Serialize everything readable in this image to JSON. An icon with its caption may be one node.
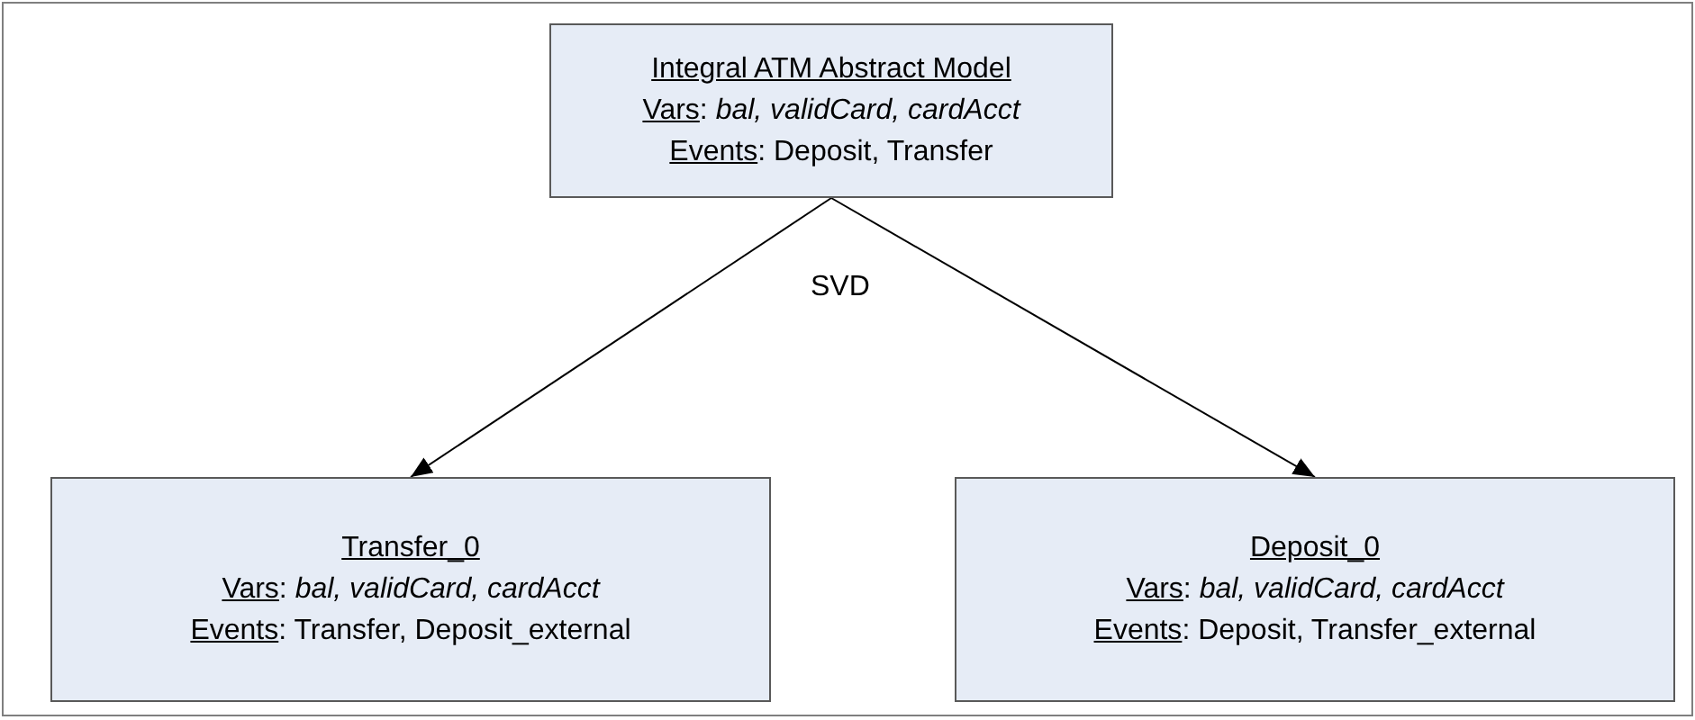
{
  "diagram": {
    "nodes": [
      {
        "text": [
          "Integral ATM Abstract Model",
          "Vars: *bal, validCard, cardAcct*",
          "Events: Deposit, Transfer"
        ]
      },
      {
        "text": [
          "Transfer_0",
          "Vars: *bal, validCard, cardAcct*",
          "Events: Transfer, Deposit_external"
        ]
      },
      {
        "text": [
          "Deposit_0",
          "Vars: *bal, validCard, cardAcct*",
          "Events: Deposit, Transfer_external"
        ]
      }
    ],
    "edges": [
      {
        "from": 0,
        "to": 1,
        "arrow": "to"
      },
      {
        "from": 0,
        "to": 2,
        "arrow": "to"
      }
    ],
    "labels": [
      "SVD"
    ]
  }
}
